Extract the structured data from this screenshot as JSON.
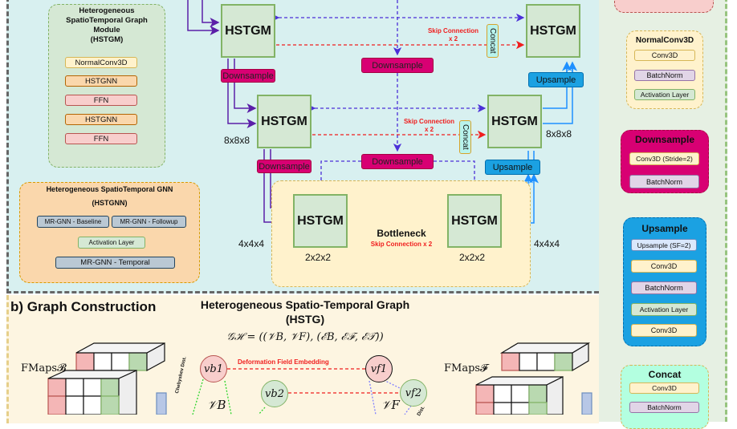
{
  "hstgm_module": {
    "title": [
      "Heterogeneous",
      "SpatioTemporal Graph",
      "Module",
      "(HSTGM)"
    ],
    "blocks": [
      "NormalConv3D",
      "HSTGNN",
      "FFN",
      "HSTGNN",
      "FFN"
    ]
  },
  "hstgnn_module": {
    "title": "Heterogeneous SpatioTemporal GNN",
    "subtitle": "(HSTGNN)",
    "baseline": "MR-GNN - Baseline",
    "followup": "MR-GNN - Followup",
    "activation": "Activation Layer",
    "temporal": "MR-GNN - Temporal"
  },
  "unet": {
    "hstgm_label": "HSTGM",
    "downsample": "Downsample",
    "upsample": "Upsample",
    "concat": "Concat",
    "skip": "Skip Connection",
    "skip_x2": "x 2",
    "dim_8": "8x8x8",
    "dim_4": "4x4x4",
    "dim_2": "2x2x2",
    "bottleneck": "Bottleneck",
    "bottleneck_skip": "Skip Connection x 2"
  },
  "legend": {
    "normalconv": {
      "title": "NormalConv3D",
      "items": [
        "Conv3D",
        "BatchNorm",
        "Activation Layer"
      ]
    },
    "downsample": {
      "title": "Downsample",
      "items": [
        "Conv3D (Stride=2)",
        "BatchNorm"
      ]
    },
    "upsample": {
      "title": "Upsample",
      "items": [
        "Upsample (SF=2)",
        "Conv3D",
        "BatchNorm",
        "Activation Layer",
        "Conv3D"
      ]
    },
    "concat": {
      "title": "Concat",
      "items": [
        "Conv3D",
        "BatchNorm"
      ]
    }
  },
  "graph": {
    "section_title": "b) Graph Construction",
    "title": "Heterogeneous Spatio-Temporal Graph",
    "subtitle": "(HSTG)",
    "formula": "𝒢ℋ = ((𝒱B, 𝒱F), (ℰB, ℰℱ, ℰ𝒯))",
    "fmaps_b": "FMaps𝓑",
    "fmaps_f": "FMaps𝓕",
    "edge_label": "Deformation Field Embedding",
    "dist_label": "Chebyshev Dist.",
    "dist_label_f": "Dist.",
    "nodes": {
      "vb1": "vb1",
      "vf1": "vf1",
      "vb2": "vb2",
      "vf2": "vf2"
    },
    "set_b": "𝒱B",
    "set_f": "𝒱F"
  },
  "colors": {
    "downsample": "#d80073",
    "upsample": "#1ba1e2",
    "skip": "#f01e1e",
    "encoder_arrow": "#5b1fa8",
    "decoder_arrow": "#1e90ff"
  }
}
